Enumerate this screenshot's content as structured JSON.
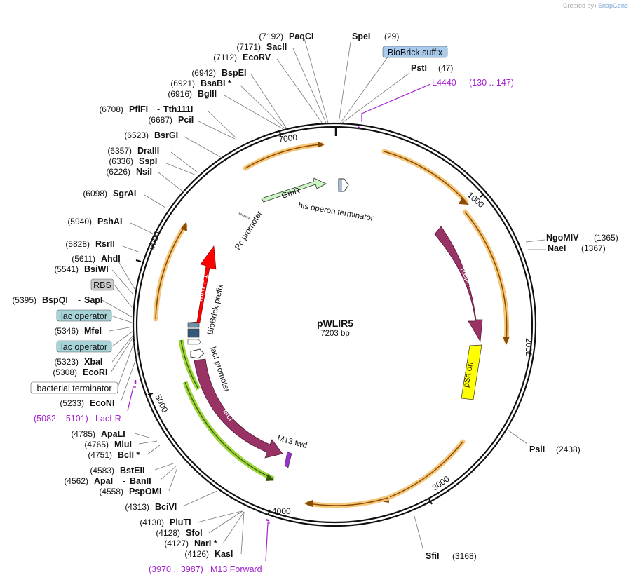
{
  "watermark": {
    "created_by": "Created by",
    "brand": "SnapGene"
  },
  "plasmid": {
    "name": "pWLIR5",
    "size": "7203 bp"
  },
  "ticks": [
    "1000",
    "2000",
    "3000",
    "4000",
    "5000",
    "6000",
    "7000"
  ],
  "enzymes": {
    "paqci": {
      "pos": "(7192)",
      "name": "PaqCI"
    },
    "sacii": {
      "pos": "(7171)",
      "name": "SacII"
    },
    "ecorv": {
      "pos": "(7112)",
      "name": "EcoRV"
    },
    "bspei": {
      "pos": "(6942)",
      "name": "BspEI"
    },
    "bsabi": {
      "pos": "(6921)",
      "name": "BsaBI *"
    },
    "bglii": {
      "pos": "(6916)",
      "name": "BglII"
    },
    "pflfi": {
      "pos": "(6708)",
      "name": "PflFI",
      "sep": "-",
      "name2": "Tth111I"
    },
    "pcii": {
      "pos": "(6687)",
      "name": "PciI"
    },
    "bsrgi": {
      "pos": "(6523)",
      "name": "BsrGI"
    },
    "draiii": {
      "pos": "(6357)",
      "name": "DraIII"
    },
    "sspi": {
      "pos": "(6336)",
      "name": "SspI"
    },
    "nsii": {
      "pos": "(6226)",
      "name": "NsiI"
    },
    "sgrai": {
      "pos": "(6098)",
      "name": "SgrAI"
    },
    "pshai": {
      "pos": "(5940)",
      "name": "PshAI"
    },
    "rsrii": {
      "pos": "(5828)",
      "name": "RsrII"
    },
    "ahdi": {
      "pos": "(5611)",
      "name": "AhdI"
    },
    "bsiwi": {
      "pos": "(5541)",
      "name": "BsiWI"
    },
    "bspqi": {
      "pos": "(5395)",
      "name": "BspQI",
      "sep": "-",
      "name2": "SapI"
    },
    "mfei": {
      "pos": "(5346)",
      "name": "MfeI"
    },
    "xbai": {
      "pos": "(5323)",
      "name": "XbaI"
    },
    "ecori": {
      "pos": "(5308)",
      "name": "EcoRI"
    },
    "econi": {
      "pos": "(5233)",
      "name": "EcoNI"
    },
    "apali": {
      "pos": "(4785)",
      "name": "ApaLI"
    },
    "mlui": {
      "pos": "(4765)",
      "name": "MluI"
    },
    "bcli": {
      "pos": "(4751)",
      "name": "BclI *"
    },
    "bsteii": {
      "pos": "(4583)",
      "name": "BstEII"
    },
    "apai": {
      "pos": "(4562)",
      "name": "ApaI",
      "sep": "-",
      "name2": "BanII"
    },
    "pspomi": {
      "pos": "(4558)",
      "name": "PspOMI"
    },
    "bcivi": {
      "pos": "(4313)",
      "name": "BciVI"
    },
    "pluti": {
      "pos": "(4130)",
      "name": "PluTI"
    },
    "sfoi": {
      "pos": "(4128)",
      "name": "SfoI"
    },
    "nari": {
      "pos": "(4127)",
      "name": "NarI *"
    },
    "kasi": {
      "pos": "(4126)",
      "name": "KasI"
    },
    "spei": {
      "name": "SpeI",
      "pos": "(29)"
    },
    "psti": {
      "name": "PstI",
      "pos": "(47)"
    },
    "ngomiv": {
      "name": "NgoMIV",
      "pos": "(1365)"
    },
    "naei": {
      "name": "NaeI",
      "pos": "(1367)"
    },
    "psii": {
      "name": "PsiI",
      "pos": "(2438)"
    },
    "sfii": {
      "name": "SfiI",
      "pos": "(3168)"
    }
  },
  "boxes": {
    "biobrick_suffix": "BioBrick suffix",
    "rbs": "RBS",
    "lac_operator_1": "lac operator",
    "lac_operator_2": "lac operator",
    "bacterial_terminator": "bacterial terminator"
  },
  "primers": {
    "l4440": {
      "name": "L4440",
      "range": "(130 .. 147)"
    },
    "laci_r": {
      "range": "(5082 .. 5101)",
      "name": "LacI-R"
    },
    "m13_forward": {
      "range": "(3970 .. 3987)",
      "name": "M13 Forward"
    }
  },
  "features": {
    "gmr": "GmR",
    "his_operon_terminator": "his operon terminator",
    "pc_promoter": "Pc promoter",
    "mrfp1": "mRFP1",
    "biobrick_prefix": "BioBrick prefix",
    "repa": "RepA",
    "psa_ori": "pSa ori",
    "laci_promoter": "lacI promoter",
    "laci": "lacI",
    "m13_fwd": "M13 fwd"
  },
  "colors": {
    "backbone": "#111111",
    "gmr": "#ccf5c4",
    "mrfp1": "#ff0000",
    "repa": "#993366",
    "laci": "#993366",
    "psa_ori": "#ffff00",
    "orf_orange": "#f5c77a",
    "orf_green": "#9fd33b",
    "primer": "#a321d1",
    "rbs_box": "#c8c8c8",
    "lac_operator_box": "#a6d3d8",
    "biobrick_box": "#a9cbee"
  }
}
